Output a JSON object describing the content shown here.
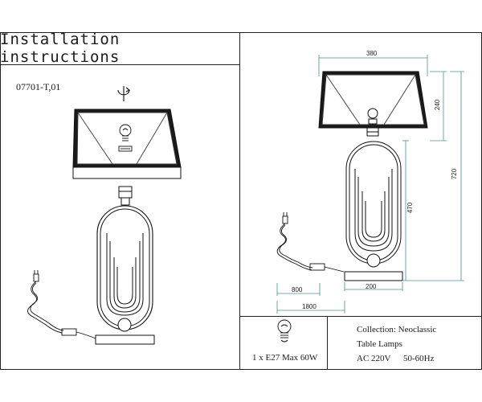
{
  "header": {
    "title": "Installation instructions"
  },
  "product": {
    "model": "07701-T,01"
  },
  "spec": {
    "bulb": "1 x E27 Max 60W",
    "collection": "Collection: Neoclassic",
    "category": "Table Lamps",
    "voltage": "AC 220V",
    "frequency": "50-60Hz"
  },
  "dimensions": {
    "shade_width": "380",
    "shade_height": "240",
    "total_height": "720",
    "body_height": "470",
    "base_width": "200",
    "switch_length": "800",
    "cord_length": "1800"
  }
}
